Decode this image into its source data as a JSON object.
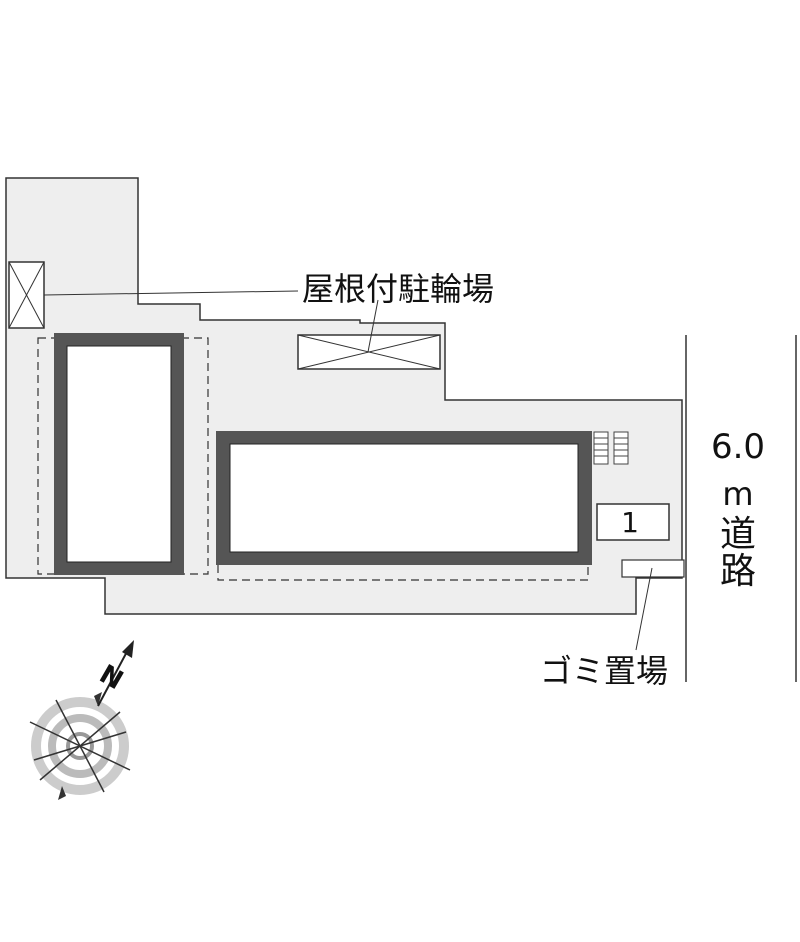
{
  "labels": {
    "bike_parking": "屋根付駐輪場",
    "garbage": "ゴミ置場",
    "road_width": "6.0",
    "road_unit": "m",
    "road_char1": "道",
    "road_char2": "路",
    "parking_number": "1"
  },
  "compass": {
    "north_letter": "N"
  },
  "colors": {
    "lot_fill": "#eeeeee",
    "building_wall": "#555555",
    "outline": "#333333"
  }
}
